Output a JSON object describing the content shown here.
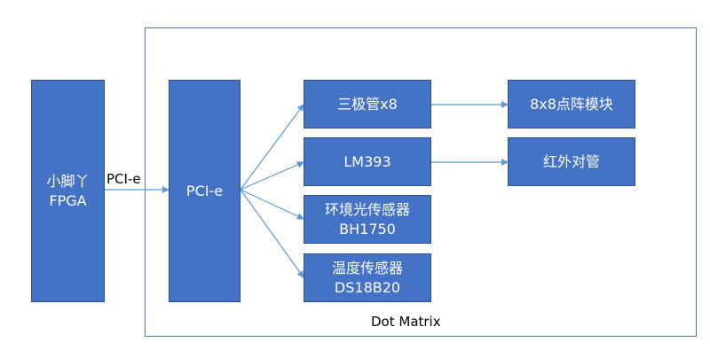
{
  "colors": {
    "box_fill": "#4472c4",
    "box_border": "#2f528f",
    "line": "#5b9bd5",
    "frame": "#4472c4"
  },
  "frame": {
    "label": "Dot Matrix"
  },
  "fpga": {
    "line1": "小脚丫",
    "line2": "FPGA"
  },
  "link_label": "PCI-e",
  "pcie_block": {
    "label": "PCI-e"
  },
  "modules": {
    "transistor": {
      "label": "三极管x8"
    },
    "lm393": {
      "label": "LM393"
    },
    "light_sensor": {
      "line1": "环境光传感器",
      "line2": "BH1750"
    },
    "temp_sensor": {
      "line1": "温度传感器",
      "line2": "DS18B20"
    }
  },
  "outputs": {
    "dot_matrix_module": {
      "label": "8x8点阵模块"
    },
    "ir_pair": {
      "label": "红外对管"
    }
  }
}
